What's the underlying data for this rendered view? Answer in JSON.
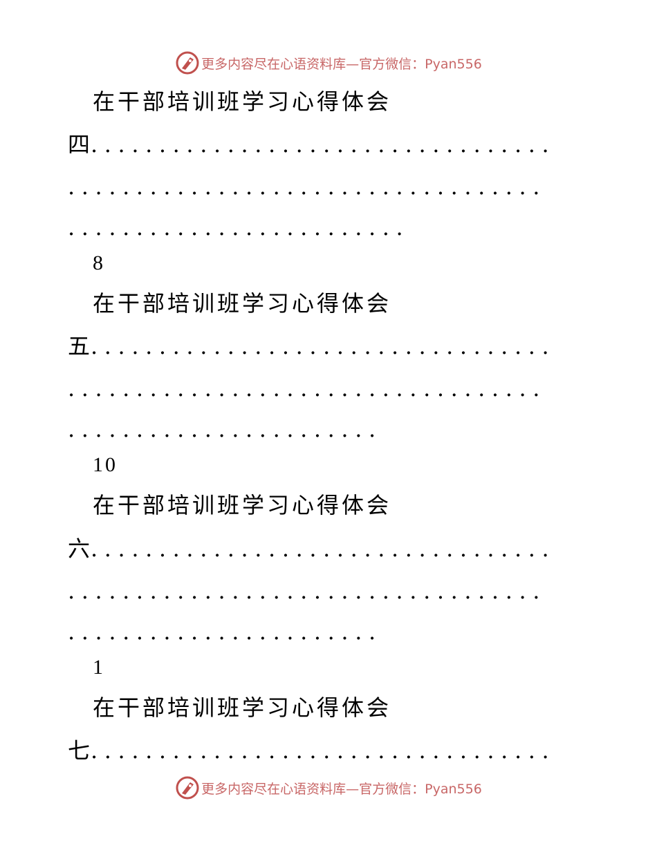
{
  "banner": {
    "text": "更多内容尽在心语资料库—官方微信：Pyan556",
    "logo_icon": "pen-nib-logo-icon",
    "color": "#c86767"
  },
  "entries": [
    {
      "title": "在干部培训班学习心得体会",
      "prefix": "四",
      "dots": [
        "..................................",
        "...................................",
        "........................."
      ],
      "page": "8"
    },
    {
      "title": "在干部培训班学习心得体会",
      "prefix": "五",
      "dots": [
        "..................................",
        "...................................",
        "......................."
      ],
      "page": "10"
    },
    {
      "title": "在干部培训班学习心得体会",
      "prefix": "六",
      "dots": [
        "..................................",
        "...................................",
        "......................."
      ],
      "page": "1"
    },
    {
      "title": "在干部培训班学习心得体会",
      "prefix": "七",
      "dots": [
        ".................................."
      ]
    }
  ]
}
